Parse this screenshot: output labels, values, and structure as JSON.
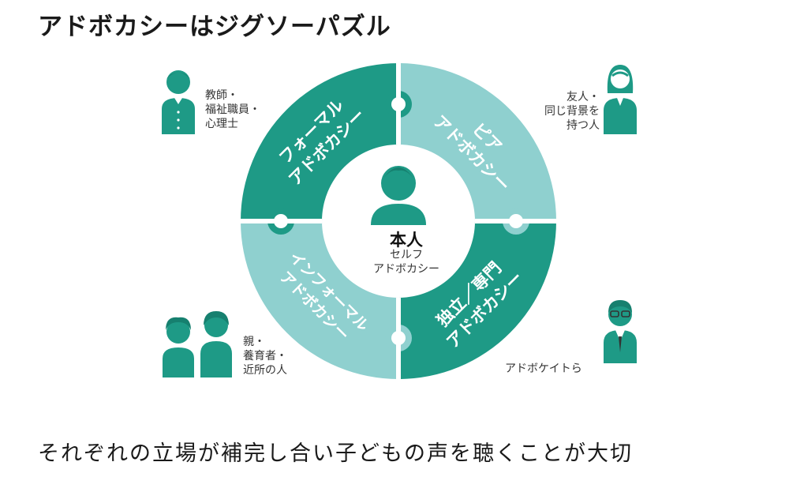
{
  "title": "アドボカシーはジグソーパズル",
  "center": {
    "main": "本人",
    "sub1": "セルフ",
    "sub2": "アドボカシー"
  },
  "quadrants": {
    "top_left": {
      "line1": "フォーマル",
      "line2": "アドボカシー"
    },
    "top_right": {
      "line1": "ピア",
      "line2": "アドボカシー"
    },
    "bottom_left": {
      "line1": "インフォーマル",
      "line2": "アドボカシー"
    },
    "bottom_right": {
      "line1": "独立／専門",
      "line2": "アドボカシー"
    }
  },
  "supporters": {
    "top_left": {
      "line1": "教師・",
      "line2": "福祉職員・",
      "line3": "心理士"
    },
    "top_right": {
      "line1": "友人・",
      "line2": "同じ背景を",
      "line3": "持つ人"
    },
    "bottom_left": {
      "line1": "親・",
      "line2": "養育者・",
      "line3": "近所の人"
    },
    "bottom_right": {
      "line1": "アドボケイトら"
    }
  },
  "caption": "それぞれの立場が補完し合い子どもの声を聴くことが大切",
  "colors": {
    "dark_teal": "#1e9a86",
    "light_teal": "#8fd0cf",
    "white": "#ffffff"
  }
}
